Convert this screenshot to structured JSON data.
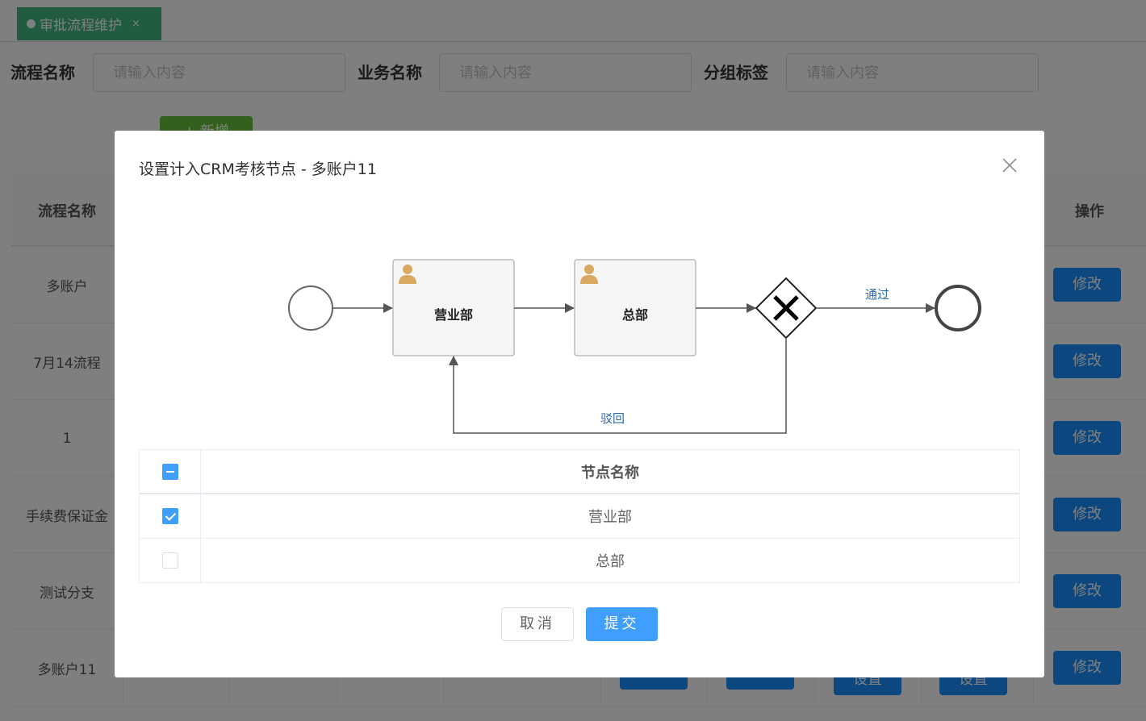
{
  "tabs": [
    {
      "label": "审批流程维护",
      "close": "×"
    }
  ],
  "search": {
    "fields": [
      {
        "label": "流程名称",
        "placeholder": "请输入内容"
      },
      {
        "label": "业务名称",
        "placeholder": "请输入内容"
      },
      {
        "label": "分组标签",
        "placeholder": "请输入内容"
      }
    ],
    "add_label": "+ 新增"
  },
  "table": {
    "headers": {
      "name": "流程名称",
      "operation": "操作"
    },
    "rows": [
      {
        "name": "多账户",
        "edit": "修改"
      },
      {
        "name": "7月14流程",
        "edit": "修改"
      },
      {
        "name": "1",
        "edit": "修改"
      },
      {
        "name": "手续费保证金",
        "edit": "修改"
      },
      {
        "name": "测试分支",
        "edit": "修改"
      },
      {
        "name": "多账户11",
        "edit": "修改"
      }
    ],
    "set_label": "设置"
  },
  "modal": {
    "title": "设置计入CRM考核节点 - 多账户11",
    "flow": {
      "nodes": [
        "营业部",
        "总部"
      ],
      "pass_label": "通过",
      "reject_label": "驳回"
    },
    "node_table": {
      "header": "节点名称",
      "rows": [
        {
          "name": "营业部",
          "checked": true
        },
        {
          "name": "总部",
          "checked": false
        }
      ]
    },
    "cancel_label": "取消",
    "submit_label": "提交"
  },
  "colors": {
    "tab_active": "#42b983",
    "primary": "#409eff",
    "success": "#67c23a"
  }
}
